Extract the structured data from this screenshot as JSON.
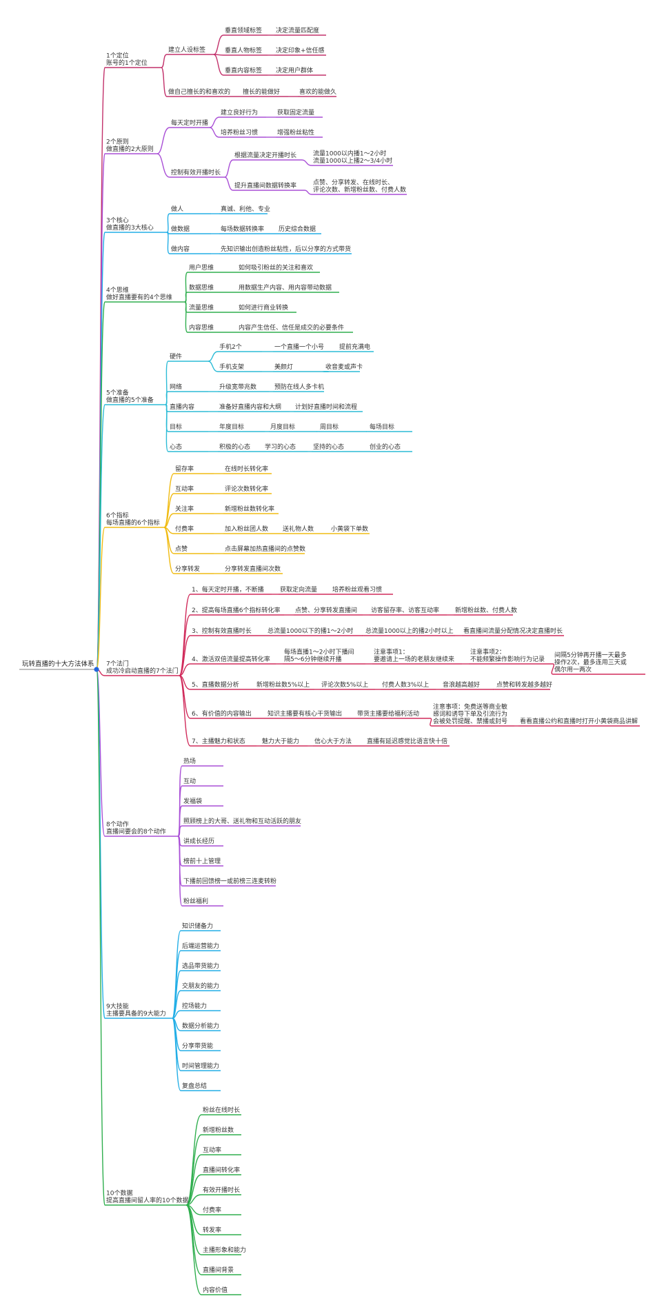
{
  "root": "玩转直播的十大方法体系",
  "colors": {
    "b1": "#c2306a",
    "b2": "#a94fd6",
    "b3": "#22aee6",
    "b4": "#2eae4d",
    "b5": "#2bbbd6",
    "b6": "#f0bb12",
    "b7": "#d02a5a",
    "b8": "#a94fd6",
    "b9": "#22aee6",
    "b10": "#2eae4d",
    "dot": "#2266dd"
  },
  "branches": [
    {
      "lines": [
        "1个定位",
        "账号的1个定位"
      ],
      "color": "b1",
      "children": [
        {
          "label": "建立人设标签",
          "children": [
            {
              "label": "垂直领域标签",
              "children": [
                {
                  "label": "决定流量匹配度"
                }
              ]
            },
            {
              "label": "垂直人物标签",
              "children": [
                {
                  "label": "决定印象+信任感"
                }
              ]
            },
            {
              "label": "垂直内容标签",
              "children": [
                {
                  "label": "决定用户群体"
                }
              ]
            }
          ]
        },
        {
          "label": "做自己擅长的和喜欢的",
          "children": [
            {
              "label": "擅长的能做好",
              "children": [
                {
                  "label": "喜欢的能做久"
                }
              ]
            }
          ]
        }
      ]
    },
    {
      "lines": [
        "2个原则",
        "做直播的2大原则"
      ],
      "color": "b2",
      "children": [
        {
          "label": "每天定时开播",
          "children": [
            {
              "label": "建立良好行为",
              "children": [
                {
                  "label": "获取固定流量"
                }
              ]
            },
            {
              "label": "培养粉丝习惯",
              "children": [
                {
                  "label": "增强粉丝粘性"
                }
              ]
            }
          ]
        },
        {
          "label": "控制有效开播时长",
          "children": [
            {
              "label": "根据流量决定开播时长",
              "children": [
                {
                  "lines": [
                    "流量1000以内播1～2小时",
                    "流量1000以上播2～3/4小时"
                  ]
                }
              ]
            },
            {
              "label": "提升直播间数据转换率",
              "children": [
                {
                  "lines": [
                    "点赞、分享转发、在线时长、",
                    "评论次数、新增粉丝数、付费人数"
                  ]
                }
              ]
            }
          ]
        }
      ]
    },
    {
      "lines": [
        "3个核心",
        "做直播的3大核心"
      ],
      "color": "b3",
      "children": [
        {
          "label": "做人",
          "children": [
            {
              "label": "真诚、利他、专业"
            }
          ]
        },
        {
          "label": "做数据",
          "children": [
            {
              "label": "每场数据转换率",
              "children": [
                {
                  "label": "历史综合数据"
                }
              ]
            }
          ]
        },
        {
          "label": "做内容",
          "children": [
            {
              "label": "先知识输出创造粉丝粘性，后以分享的方式带货"
            }
          ]
        }
      ]
    },
    {
      "lines": [
        "4个思维",
        "做好直播要有的4个思维"
      ],
      "color": "b4",
      "children": [
        {
          "label": "用户思维",
          "children": [
            {
              "label": "如何吸引粉丝的关注和喜欢"
            }
          ]
        },
        {
          "label": "数据思维",
          "children": [
            {
              "label": "用数据生产内容、用内容带动数据"
            }
          ]
        },
        {
          "label": "流量思维",
          "children": [
            {
              "label": "如何进行商业转换"
            }
          ]
        },
        {
          "label": "内容思维",
          "children": [
            {
              "label": "内容产生信任、信任是成交的必要条件"
            }
          ]
        }
      ]
    },
    {
      "lines": [
        "5个准备",
        "做直播的5个准备"
      ],
      "color": "b5",
      "children": [
        {
          "label": "硬件",
          "children": [
            {
              "label": "手机2个",
              "children": [
                {
                  "label": "一个直播一个小号",
                  "children": [
                    {
                      "label": "提前充满电"
                    }
                  ]
                }
              ]
            },
            {
              "label": "手机支架",
              "children": [
                {
                  "label": "美颜灯",
                  "children": [
                    {
                      "label": "收音麦或声卡"
                    }
                  ]
                }
              ]
            }
          ]
        },
        {
          "label": "网络",
          "children": [
            {
              "label": "升级宽带兆数",
              "children": [
                {
                  "label": "预防在线人多卡机"
                }
              ]
            }
          ]
        },
        {
          "label": "直播内容",
          "children": [
            {
              "label": "准备好直播内容和大纲",
              "children": [
                {
                  "label": "计划好直播时间和流程"
                }
              ]
            }
          ]
        },
        {
          "label": "目标",
          "children": [
            {
              "label": "年度目标",
              "children": [
                {
                  "label": "月度目标",
                  "children": [
                    {
                      "label": "周目标",
                      "children": [
                        {
                          "label": "每场目标"
                        }
                      ]
                    }
                  ]
                }
              ]
            }
          ]
        },
        {
          "label": "心态",
          "children": [
            {
              "label": "积极的心态",
              "children": [
                {
                  "label": "学习的心态",
                  "children": [
                    {
                      "label": "坚持的心态",
                      "children": [
                        {
                          "label": "创业的心态"
                        }
                      ]
                    }
                  ]
                }
              ]
            }
          ]
        }
      ]
    },
    {
      "lines": [
        "6个指标",
        "每场直播的6个指标"
      ],
      "color": "b6",
      "children": [
        {
          "label": "留存率",
          "children": [
            {
              "label": "在线时长转化率"
            }
          ]
        },
        {
          "label": "互动率",
          "children": [
            {
              "label": "评论次数转化率"
            }
          ]
        },
        {
          "label": "关注率",
          "children": [
            {
              "label": "新增粉丝数转化率"
            }
          ]
        },
        {
          "label": "付费率",
          "children": [
            {
              "label": "加入粉丝团人数",
              "children": [
                {
                  "label": "送礼物人数",
                  "children": [
                    {
                      "label": "小黄袋下单数"
                    }
                  ]
                }
              ]
            }
          ]
        },
        {
          "label": "点赞",
          "children": [
            {
              "label": "点击屏幕加热直播间的点赞数"
            }
          ]
        },
        {
          "label": "分享转发",
          "children": [
            {
              "label": "分享转发直播间次数"
            }
          ]
        }
      ]
    },
    {
      "lines": [
        "7个法门",
        "成功冷启动直播的7个法门"
      ],
      "color": "b7",
      "children": [
        {
          "label": "1、每天定时开播，不断播",
          "children": [
            {
              "label": "获取定向流量",
              "children": [
                {
                  "label": "培养粉丝观看习惯"
                }
              ]
            }
          ]
        },
        {
          "label": "2、提高每场直播6个指标转化率",
          "children": [
            {
              "label": "点赞、分享转发直播间",
              "children": [
                {
                  "label": "访客留存率、访客互动率",
                  "children": [
                    {
                      "label": "新增粉丝数、付费人数"
                    }
                  ]
                }
              ]
            }
          ]
        },
        {
          "label": "3、控制有效直播时长",
          "children": [
            {
              "label": "总流量1000以下的播1～2小时",
              "children": [
                {
                  "label": "总流量1000以上的播2小时以上",
                  "children": [
                    {
                      "label": "看直播间流量分配情况决定直播时长"
                    }
                  ]
                }
              ]
            }
          ]
        },
        {
          "label": "4、激活双倍流量提高转化率",
          "children": [
            {
              "lines": [
                "每场直播1～2小时下播间",
                "隔5～6分钟继续开播"
              ],
              "children": [
                {
                  "lines": [
                    "注意事项1：",
                    "要邀请上一场的老朋友继续来"
                  ],
                  "children": [
                    {
                      "lines": [
                        "注意事项2：",
                        "不能频繁操作影响行为记录"
                      ],
                      "children": [
                        {
                          "lines": [
                            "间隔5分钟再开播一天最多",
                            "操作2次，最多连用三天或",
                            "偶尔用一两次"
                          ]
                        }
                      ]
                    }
                  ]
                }
              ]
            }
          ]
        },
        {
          "label": "5、直播数据分析",
          "children": [
            {
              "label": "新增粉丝数5%以上",
              "children": [
                {
                  "label": "评论次数5%以上",
                  "children": [
                    {
                      "label": "付费人数3%以上",
                      "children": [
                        {
                          "label": "音浪越高越好",
                          "children": [
                            {
                              "label": "点赞和转发越多越好"
                            }
                          ]
                        }
                      ]
                    }
                  ]
                }
              ]
            }
          ]
        },
        {
          "label": "6、有价值的内容输出",
          "children": [
            {
              "label": "知识主播要有核心干货输出",
              "children": [
                {
                  "label": "带货主播要给福利活动",
                  "children": [
                    {
                      "lines": [
                        "注意事项：免费送等商业敏",
                        "感词和诱导下单及引流行为",
                        "会被处罚提醒、禁播或封号"
                      ],
                      "children": [
                        {
                          "label": "看看直播公约和直播时打开小黄袋商品讲解"
                        }
                      ]
                    }
                  ]
                }
              ]
            }
          ]
        },
        {
          "label": "7、主播魅力和状态",
          "children": [
            {
              "label": "魅力大于能力",
              "children": [
                {
                  "label": "信心大于方法",
                  "children": [
                    {
                      "label": "直播有延迟感觉比语言快十倍"
                    }
                  ]
                }
              ]
            }
          ]
        }
      ]
    },
    {
      "lines": [
        "8个动作",
        "直播间要会的8个动作"
      ],
      "color": "b8",
      "children": [
        {
          "label": "热场"
        },
        {
          "label": "互动"
        },
        {
          "label": "发福袋"
        },
        {
          "label": "照顾榜上的大哥、送礼物和互动活跃的朋友"
        },
        {
          "label": "讲成长经历"
        },
        {
          "label": "榜前十上管理"
        },
        {
          "label": "下播前回馈榜一或前榜三连麦转粉"
        },
        {
          "label": "粉丝福利"
        }
      ]
    },
    {
      "lines": [
        "9大技能",
        "主播要具备的9大能力"
      ],
      "color": "b9",
      "children": [
        {
          "label": "知识储备力"
        },
        {
          "label": "后端运营能力"
        },
        {
          "label": "选品带货能力"
        },
        {
          "label": "交朋友的能力"
        },
        {
          "label": "控场能力"
        },
        {
          "label": "数据分析能力"
        },
        {
          "label": "分享带货能"
        },
        {
          "label": "时间管理能力"
        },
        {
          "label": "复盘总结"
        }
      ]
    },
    {
      "lines": [
        "10个数据",
        "提高直播间留人率的10个数据"
      ],
      "color": "b10",
      "children": [
        {
          "label": "粉丝在线时长"
        },
        {
          "label": "新增粉丝数"
        },
        {
          "label": "互动率"
        },
        {
          "label": "直播间转化率"
        },
        {
          "label": "有效开播时长"
        },
        {
          "label": "付费率"
        },
        {
          "label": "转发率"
        },
        {
          "label": "主播形象和能力"
        },
        {
          "label": "直播间背景"
        },
        {
          "label": "内容价值"
        }
      ]
    }
  ]
}
